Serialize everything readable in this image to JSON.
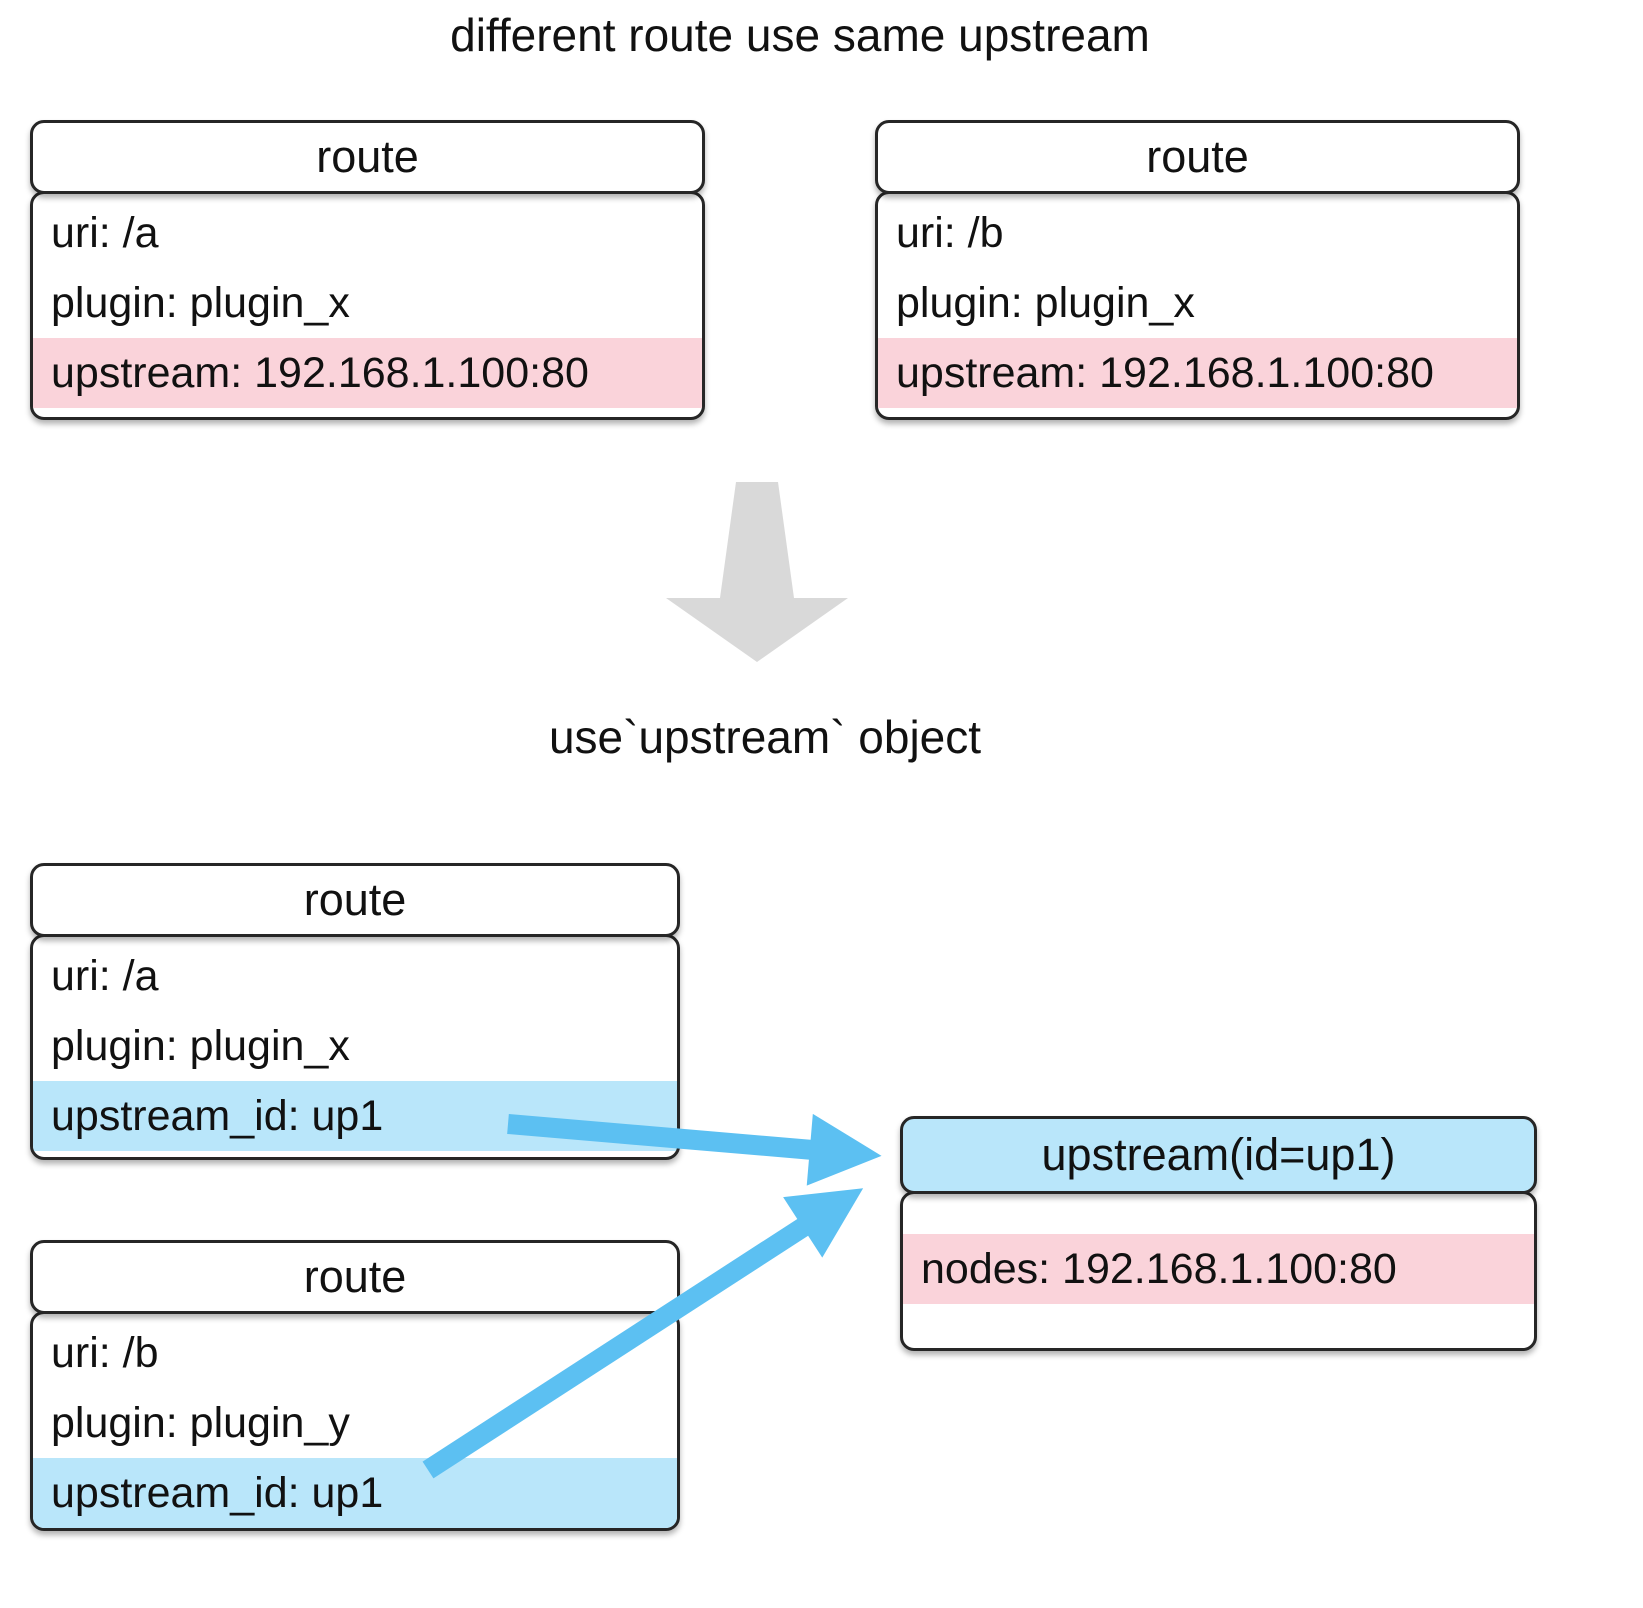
{
  "colors": {
    "pink_highlight": "#fad3da",
    "blue_highlight": "#b9e6fa",
    "arrow_blue": "#5cc0f2",
    "arrow_gray": "#d9d9d9",
    "border": "#262626",
    "text": "#111111"
  },
  "title_top": "different route use same upstream",
  "title_middle": "use`upstream` object",
  "top_left_route": {
    "header": "route",
    "uri": "uri: /a",
    "plugin": "plugin: plugin_x",
    "upstream": "upstream: 192.168.1.100:80"
  },
  "top_right_route": {
    "header": "route",
    "uri": "uri: /b",
    "plugin": "plugin: plugin_x",
    "upstream": "upstream: 192.168.1.100:80"
  },
  "bottom_route_a": {
    "header": "route",
    "uri": "uri: /a",
    "plugin": "plugin: plugin_x",
    "upstream_id": "upstream_id: up1"
  },
  "bottom_route_b": {
    "header": "route",
    "uri": "uri: /b",
    "plugin": "plugin: plugin_y",
    "upstream_id": "upstream_id: up1"
  },
  "upstream_box": {
    "header": "upstream(id=up1)",
    "nodes": "nodes: 192.168.1.100:80"
  }
}
